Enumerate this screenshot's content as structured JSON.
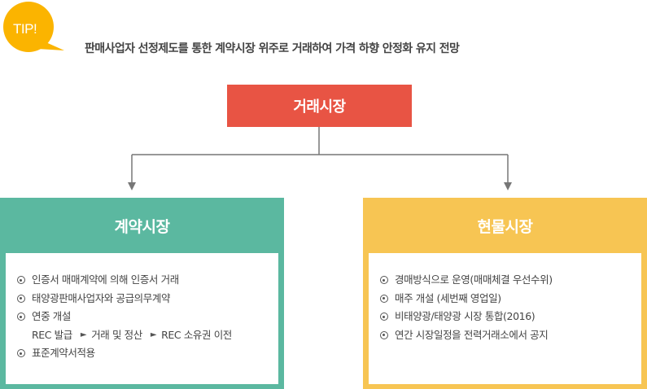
{
  "tip": {
    "label": "TIP!"
  },
  "headline": "판매사업자 선정제도를 통한 계약시장 위주로 거래하여 가격 하향 안정화 유지 전망",
  "top_box": {
    "label": "거래시장"
  },
  "colors": {
    "tip": "#fbb400",
    "top": "#e85444",
    "contract": "#5bb8a0",
    "spot": "#f7c553",
    "line": "#777777"
  },
  "contract_market": {
    "title": "계약시장",
    "items": [
      "인증서 매매계약에 의해 인증서 거래",
      "태양광판매사업자와 공급의무계약",
      "연중 개설",
      "표준계약서적용"
    ],
    "flow": {
      "step1": "REC 발급",
      "step2": "거래 및 정산",
      "step3": "REC 소유권 이전",
      "arrow": "►"
    }
  },
  "spot_market": {
    "title": "현물시장",
    "items": [
      "경매방식으로 운영(매매체결 우선수위)",
      "매주 개설 (세번째 영업일)",
      "비태양광/태양광 시장 통합(2016)",
      "연간 시장일정을 전력거래소에서 공지"
    ]
  }
}
